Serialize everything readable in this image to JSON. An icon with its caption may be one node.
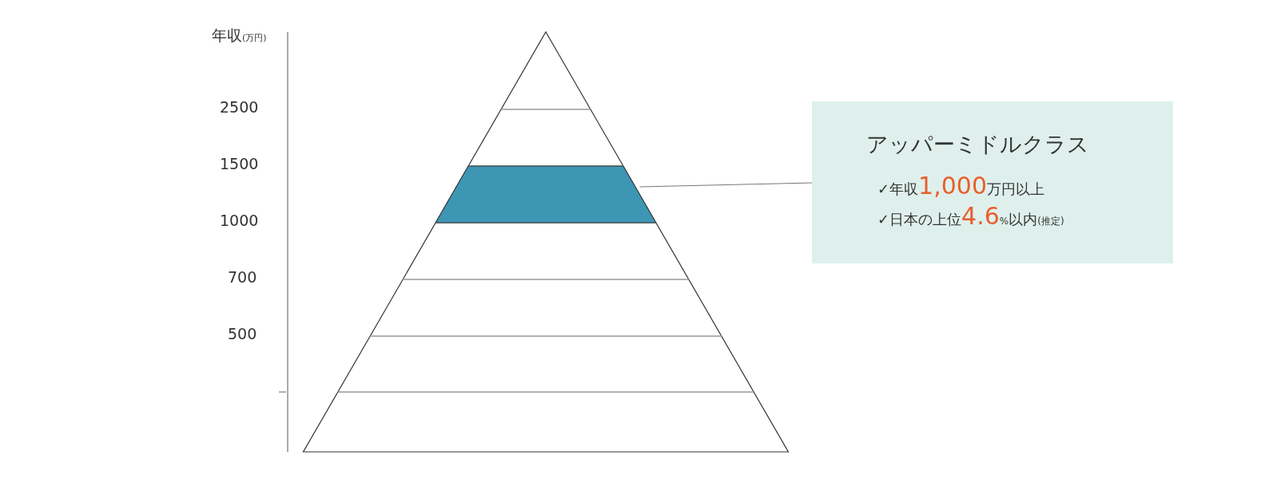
{
  "diagram": {
    "nodes": [
      {
        "text": [],
        "shape": "bar"
      },
      {
        "text": [
          "アッパーミドルクラス",
          "✓年収1,000万円以上",
          "✓日本の上位4.6%以内(推定)"
        ]
      }
    ],
    "edges": [
      {
        "from": 1,
        "to": 0,
        "arrow": "none"
      }
    ],
    "labels": [
      "年収(万円)",
      "2500",
      "1500",
      "1000",
      "700",
      "500"
    ]
  }
}
